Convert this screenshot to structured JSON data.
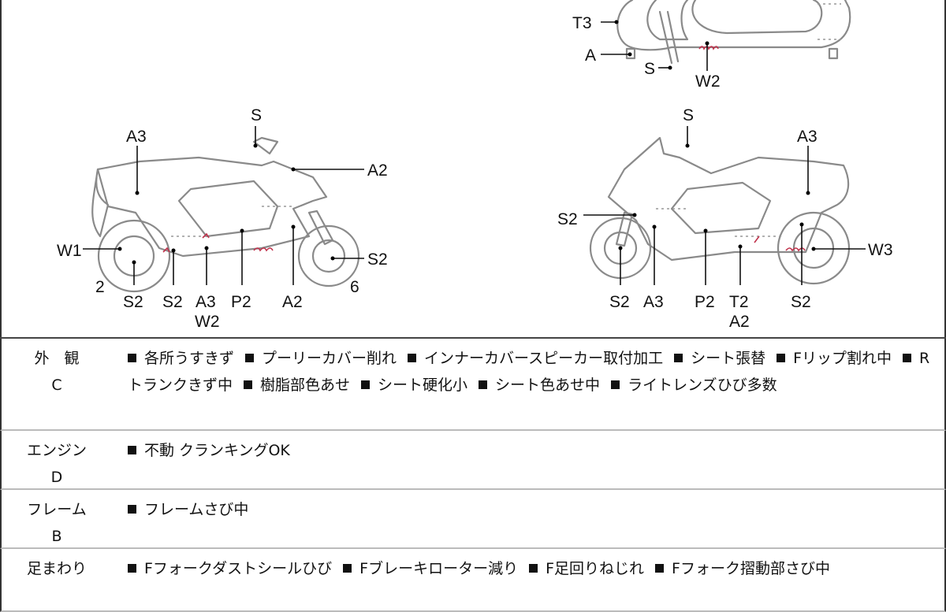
{
  "diagram": {
    "top_view_labels": [
      "T3",
      "A",
      "S",
      "W2"
    ],
    "left_view_labels": [
      "A3",
      "S",
      "A2",
      "W1",
      "S2",
      "2",
      "6",
      "S2",
      "S2",
      "A3",
      "W2",
      "P2",
      "A2"
    ],
    "right_view_labels": [
      "S",
      "A3",
      "S2",
      "W3",
      "S2",
      "A3",
      "P2",
      "T2",
      "A2",
      "S2"
    ],
    "damage_color": "#c0304a"
  },
  "sections": [
    {
      "title": "外　観",
      "grade": "C",
      "items": [
        "各所うすきず",
        "プーリーカバー削れ",
        "インナーカバースピーカー取付加工",
        "シート張替",
        "Fリップ割れ中",
        "Rトランクきず中",
        "樹脂部色あせ",
        "シート硬化小",
        "シート色あせ中",
        "ライトレンズひび多数"
      ]
    },
    {
      "title": "エンジン",
      "grade": "D",
      "items": [
        "不動 クランキングOK"
      ]
    },
    {
      "title": "フレーム",
      "grade": "B",
      "items": [
        "フレームさび中"
      ]
    },
    {
      "title": "足まわり",
      "grade": "",
      "items": [
        "Fフォークダストシールひび",
        "Fブレーキローター減り",
        "F足回りねじれ",
        "Fフォーク摺動部さび中"
      ]
    }
  ]
}
